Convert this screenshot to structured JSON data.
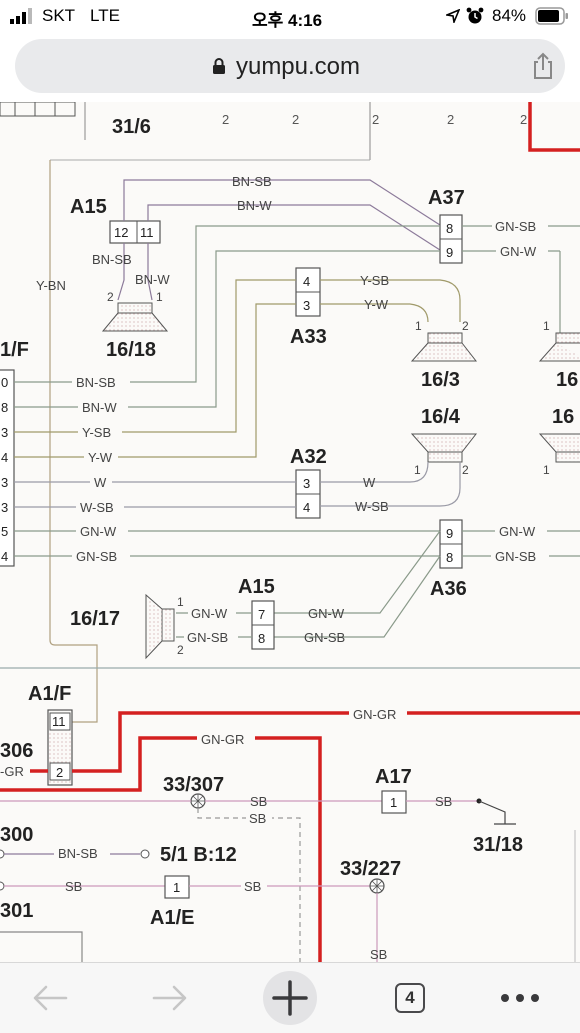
{
  "status_bar": {
    "carrier": "SKT",
    "network": "LTE",
    "time": "오후 4:16",
    "battery": "84%"
  },
  "browser": {
    "url": "yumpu.com",
    "tabs_count": "4"
  },
  "icons": [
    "signal-icon",
    "location-arrow-icon",
    "alarm-icon",
    "battery-icon",
    "lock-icon",
    "share-icon",
    "back-arrow-icon",
    "forward-arrow-icon",
    "new-tab-plus-icon",
    "tabs-count-icon",
    "more-options-icon"
  ],
  "diagram": {
    "connectors": {
      "a37": "A37",
      "a15_top": "A15",
      "a33": "A33",
      "a32": "A32",
      "a36": "A36",
      "a15_bottom": "A15",
      "a1f_bottom": "A1/F",
      "a17": "A17",
      "a1e": "A1/E"
    },
    "components": {
      "c31_6": "31/6",
      "c16_18": "16/18",
      "c16_3": "16/3",
      "c16_4": "16/4",
      "c16_17": "16/17",
      "c33_307": "33/307",
      "c33_227": "33/227",
      "c31_18": "31/18",
      "c5_1": "5/1 B:12",
      "c1f_left": "1/F",
      "c306": "306",
      "c300": "300",
      "c301": "301",
      "c16_right_a": "16",
      "c16_right_b": "16"
    },
    "wires": {
      "bn_sb": "BN-SB",
      "bn_w": "BN-W",
      "gn_sb": "GN-SB",
      "gn_w": "GN-W",
      "y_bn": "Y-BN",
      "y_sb": "Y-SB",
      "y_w": "Y-W",
      "w": "W",
      "w_sb": "W-SB",
      "gn_gr": "GN-GR",
      "gr_partial": "-GR",
      "sb": "SB"
    },
    "pins": {
      "p12": "12",
      "p11": "11",
      "p8": "8",
      "p9": "9",
      "p4": "4",
      "p3": "3",
      "p7": "7",
      "p2": "2",
      "p1": "1",
      "p0": "0",
      "p5": "5"
    }
  }
}
